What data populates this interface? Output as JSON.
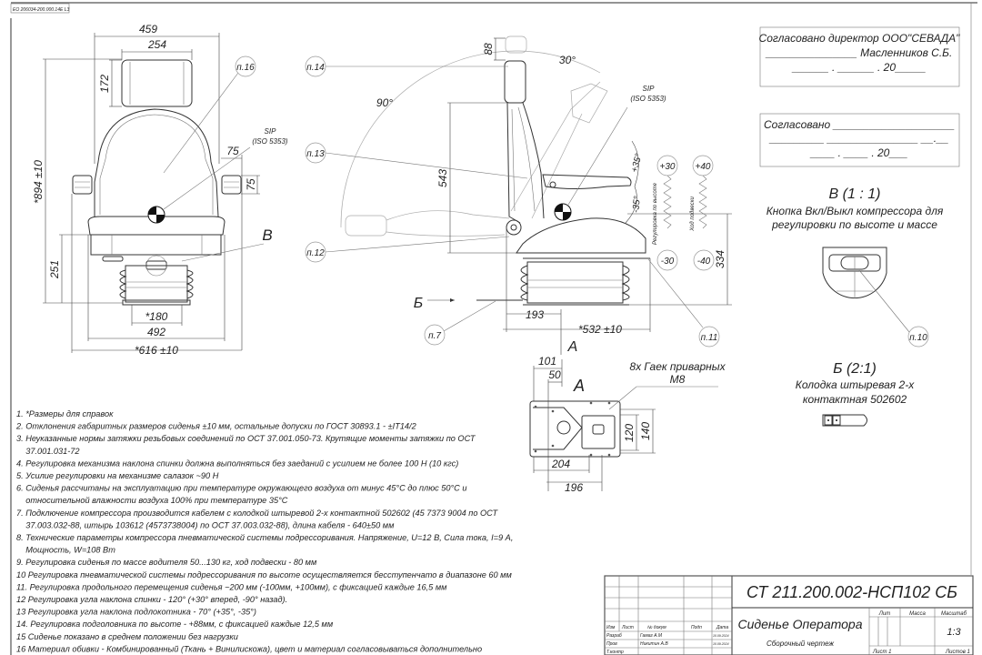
{
  "stamp": "ЕО 206034-200.000.14Е L3",
  "front_view": {
    "dim_width_top": "459",
    "dim_headrest_width": "254",
    "dim_headrest_height": "172",
    "dim_total_height": "*894 ±10",
    "dim_arm_offset": "75",
    "dim_arm_height": "75",
    "dim_base_height": "251",
    "dim_base_width": "*180",
    "dim_seat_width": "492",
    "dim_total_width": "*616 ±10",
    "sip_label": "SIP",
    "sip_std": "(ISO 5353)",
    "callout_16": "п.16",
    "detail_marker": "В"
  },
  "side_view": {
    "callout_14": "п.14",
    "callout_13": "п.13",
    "callout_12": "п.12",
    "callout_7": "п.7",
    "callout_11": "п.11",
    "dim_headrest_travel": "88",
    "angle_forward": "30°",
    "angle_back": "90°",
    "dim_back_height": "543",
    "sip_label": "SIP",
    "sip_std": "(ISO 5353)",
    "arm_up": "+35°",
    "arm_down": "-35°",
    "height_up": "+30",
    "height_down": "-30",
    "height_label": "Регулировка по высоте",
    "susp_up": "+40",
    "susp_down": "-40",
    "susp_label": "Ход подвески",
    "dim_overall_height": "334",
    "dim_front": "193",
    "dim_depth": "*532 ±10",
    "view_b_marker": "Б",
    "view_a_marker": "А"
  },
  "view_a": {
    "title": "А",
    "dim_101": "101",
    "dim_50": "50",
    "nuts_line1": "8х Гаек приварных",
    "nuts_line2": "М8",
    "dim_120": "120",
    "dim_140": "140",
    "dim_204": "204",
    "dim_196": "196"
  },
  "detail_v": {
    "title": "В (1 : 1)",
    "desc_line1": "Кнопка Вкл/Выкл компрессора для",
    "desc_line2": "регулировки по высоте и массе",
    "callout_10": "п.10"
  },
  "detail_b": {
    "title": "Б (2:1)",
    "desc_line1": "Колодка штыревая 2-х",
    "desc_line2": "контактная 502602"
  },
  "approval_1": {
    "line1": "Согласовано директор ООО\"СЕВАДА\"",
    "line2": "_______________ Масленников С.Б.",
    "line3": "______ . ______ . 20_____"
  },
  "approval_2": {
    "line1": "Согласовано ____________________",
    "line2": "_________ _______________ __.__",
    "line3": "____ . ____ . 20___"
  },
  "notes": [
    "1. *Размеры для справок",
    "2. Отклонения габаритных размеров сиденья ±10 мм, остальные допуски по ГОСТ 30893.1 - ±IT14/2",
    "3. Неуказанные нормы затяжки резьбовых соединений по ОСТ 37.001.050-73. Крутящие моменты затяжки по ОСТ",
    "    37.001.031-72",
    "4. Регулировка механизма наклона спинки должна выполняться без заеданий с усилием не более 100 Н (10 кгс)",
    "5. Усилие регулировки на механизме салазок ~90 Н",
    "6. Сиденья рассчитаны на эксплуатацию при температуре окружающего воздуха от минус 45°С до плюс 50°С и",
    "    относительной влажности воздуха 100% при температуре 35°С",
    "7. Подключение компрессора производится кабелем с колодкой штыревой 2-х контактной 502602 (45 7373 9004 по ОСТ",
    "    37.003.032-88, штырь 103612 (4573738004) по ОСТ 37.003.032-88), длина кабеля - 640±50 мм",
    "8. Технические параметры компрессора пневматической системы подрессоривания. Напряжение, U=12 В, Сила тока, I=9 А,",
    "    Мощность, W=108 Вт",
    "9. Регулировка сиденья по массе водителя 50...130 кг, ход подвески - 80 мм",
    "10 Регулировка пневматической системы подрессоривания по высоте осуществляется бесступенчато в диапазоне 60 мм",
    "11. Регулировка продольного перемещения сиденья ~200 мм (-100мм, +100мм), с фиксацией каждые 16,5 мм",
    "12 Регулировка угла наклона спинки - 120° (+30° вперед, -90° назад).",
    "13 Регулировка угла наклона подлокотника - 70° (+35°, -35°)",
    "14. Регулировка подголовника по высоте - +88мм, с фиксацией каждые 12,5 мм",
    "15 Сиденье показано в среднем положении без нагрузки",
    "16 Материал обивки - Комбинированный (Ткань + Винилискожа), цвет и материал согласовываться дополнительно"
  ],
  "title_block": {
    "designation": "СТ 211.200.002-НСП102 СБ",
    "name": "Сиденье Оператора",
    "doc_type": "Сборочный чертеж",
    "col_lit": "Лит",
    "col_mass": "Масса",
    "col_scale": "Масштаб",
    "scale": "1:3",
    "sheet": "Лист 1",
    "sheets": "Листов 1",
    "hdr_izm": "Изм",
    "hdr_list": "Лист",
    "hdr_doc": "№ докум",
    "hdr_sign": "Подп",
    "hdr_date": "Дата",
    "role_dev": "Разраб",
    "dev_name": "Гамаз А.М",
    "dev_date": "10.09.2024",
    "role_check": "Пров",
    "check_name": "Никитин А.В",
    "check_date": "10.09.2024",
    "role_tcontrol": "Т.контр"
  }
}
